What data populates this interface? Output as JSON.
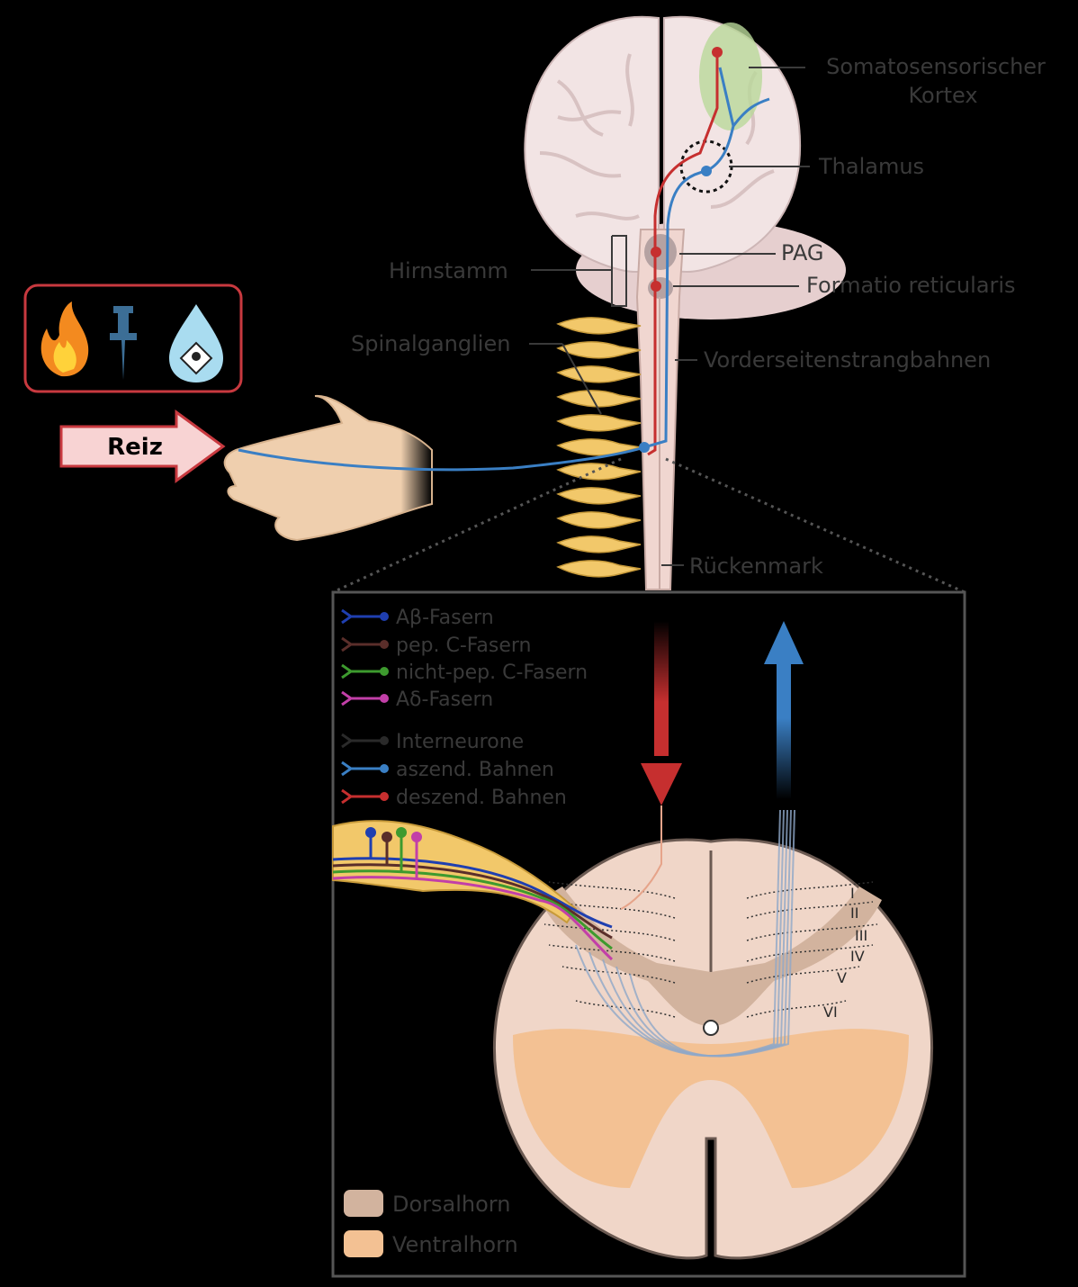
{
  "labels": {
    "cortex_line1": "Somatosensorischer",
    "cortex_line2": "Kortex",
    "thalamus": "Thalamus",
    "pag": "PAG",
    "brainstem": "Hirnstamm",
    "formatio": "Formatio reticularis",
    "spinal_ganglia": "Spinalganglien",
    "anterolateral": "Vorderseitenstrangbahnen",
    "spinal_cord": "Rückenmark",
    "stimulus": "Reiz"
  },
  "stimulus_icons": [
    "fire-icon",
    "pushpin-icon",
    "toxic-drop-icon"
  ],
  "legend_fibers": [
    {
      "label": "Aβ-Fasern",
      "color": "#1f3fb0"
    },
    {
      "label": "pep. C-Fasern",
      "color": "#5a2e2a"
    },
    {
      "label": "nicht-pep. C-Fasern",
      "color": "#3d9a2e"
    },
    {
      "label": "Aδ-Fasern",
      "color": "#c23fa8"
    },
    {
      "label": "Interneurone",
      "color": "#2a2a2a"
    },
    {
      "label": "aszend. Bahnen",
      "color": "#3a7fc4"
    },
    {
      "label": "deszend. Bahnen",
      "color": "#c62f2f"
    }
  ],
  "laminae": [
    "I",
    "II",
    "III",
    "IV",
    "V",
    "VI"
  ],
  "legend_regions": [
    {
      "label": "Dorsalhorn",
      "color": "#d2b39e"
    },
    {
      "label": "Ventralhorn",
      "color": "#f3c193"
    }
  ],
  "colors": {
    "ascending": "#3a7fc4",
    "descending": "#c62f2f",
    "brain": "#f2e4e4",
    "cord": "#f0d6d0",
    "ganglion": "#f2c86a",
    "cortex_highlight": "#b9d89a"
  }
}
